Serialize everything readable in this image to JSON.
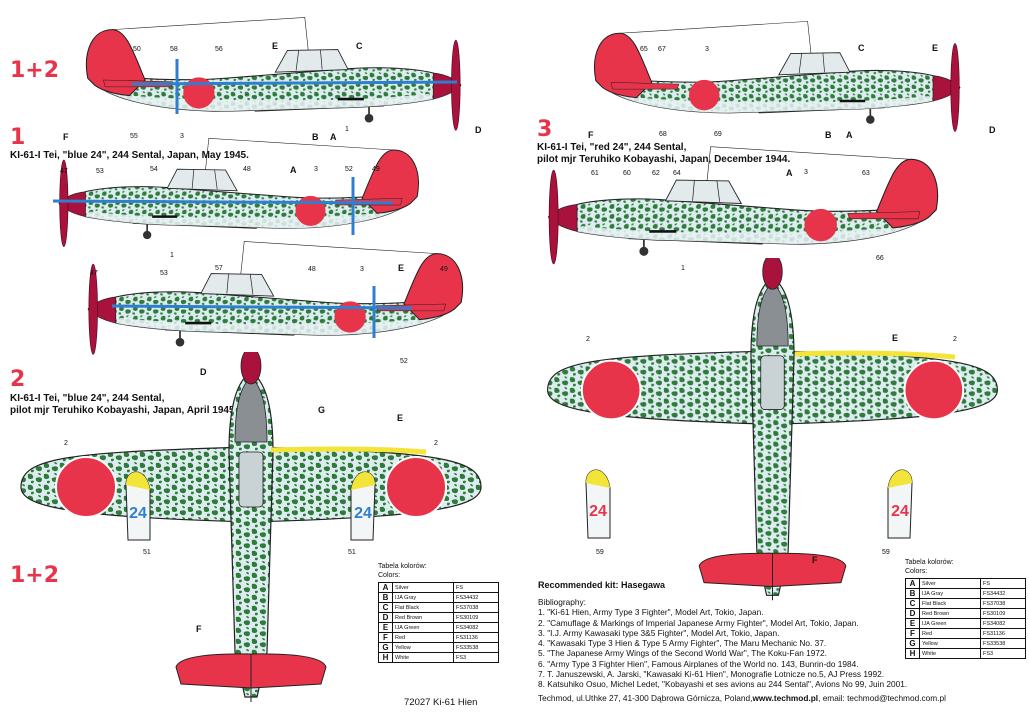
{
  "markers": {
    "m12_top": "1+2",
    "m1": "1",
    "m2": "2",
    "m3": "3",
    "m12_bottom": "1+2"
  },
  "captions": {
    "c1": "KI-61-I Tei, \"blue 24\", 244 Sental, Japan, May 1945.",
    "c2_line1": "KI-61-I Tei, \"blue 24\", 244 Sental,",
    "c2_line2": "pilot mjr Teruhiko Kobayashi, Japan, April 1945.",
    "c3_line1": "KI-61-I Tei, \"red 24\", 244 Sental,",
    "c3_line2": "pilot mjr Teruhiko Kobayashi, Japan, December 1944."
  },
  "callouts": {
    "profile_12": [
      "50",
      "58",
      "56",
      "E",
      "C",
      "F",
      "55",
      "3",
      "B",
      "A",
      "1",
      "D"
    ],
    "profile_1": [
      "47",
      "53",
      "54",
      "48",
      "A",
      "3",
      "52",
      "49",
      "1"
    ],
    "profile_2": [
      "47",
      "53",
      "57",
      "48",
      "3",
      "E",
      "49",
      "52"
    ],
    "top_2": [
      "D",
      "G",
      "E",
      "2",
      "2",
      "F"
    ],
    "profile_3": [
      "65",
      "67",
      "3",
      "C",
      "E",
      "F",
      "68",
      "69",
      "B",
      "A",
      "D"
    ],
    "profile_3b": [
      "61",
      "60",
      "62",
      "64",
      "A",
      "3",
      "63",
      "1",
      "66"
    ],
    "top_3": [
      "2",
      "E",
      "2",
      "F"
    ],
    "decals": [
      "24",
      "51",
      "24",
      "51",
      "24",
      "59",
      "24",
      "59"
    ]
  },
  "color_table": {
    "title": "Tabela kolorów:",
    "subtitle": "Colors:",
    "rows": [
      {
        "letter": "A",
        "name": "Silver",
        "code": "FS"
      },
      {
        "letter": "B",
        "name": "IJA Gray",
        "code": "FS34432"
      },
      {
        "letter": "C",
        "name": "Flat Black",
        "code": "FS37038"
      },
      {
        "letter": "D",
        "name": "Red Brown",
        "code": "FS30109"
      },
      {
        "letter": "E",
        "name": "IJA Green",
        "code": "FS34082"
      },
      {
        "letter": "F",
        "name": "Red",
        "code": "FS31136"
      },
      {
        "letter": "G",
        "name": "Yellow",
        "code": "FS33538"
      },
      {
        "letter": "H",
        "name": "White",
        "code": "FS3"
      }
    ]
  },
  "sheet_id": "72027 Ki-61 Hien",
  "kit": "Recommended kit: Hasegawa",
  "bibliography": {
    "title": "Bibliography:",
    "items": [
      "1. \"Ki-61 Hien, Army Type 3 Fighter\", Model Art, Tokio, Japan.",
      "2. \"Camuflage & Markings of Imperial Japanese Army Fighter\", Model Art, Tokio, Japan.",
      "3. \"I.J. Army Kawasaki type 3&5 Fighter\", Model Art, Tokio, Japan.",
      "4. \"Kawasaki Type 3 Hien & Type 5 Army Fighter\", The Maru Mechanic No. 37.",
      "5. \"The Japanese Army Wings of the Second World War\", The Koku-Fan 1972.",
      "6. \"Army Type 3 Fighter Hien\", Famous Airplanes of the World no. 143, Bunrin-do 1984.",
      "7. T. Januszewski, A. Jarski, \"Kawasaki Ki-61 Hien\", Monografie Lotnicze no.5, AJ Press 1992.",
      "8. Katsuhiko Osuo, Michel Ledet, \"Kobayashi et ses avions au 244 Sental\", Avions No 99, Juin 2001."
    ]
  },
  "footer": {
    "address": "Techmod, ul.Uthke 27, 41-300 Dąbrowa Górnicza, Poland,",
    "website": "www.techmod.pl",
    "email": ", email: techmod@techmod.com.pl"
  },
  "colors": {
    "red": "#e8344b",
    "maroon": "#a8123c",
    "green": "#2e7b3a",
    "light": "#dcecef",
    "blue": "#2f7fd0",
    "yellow": "#f3e43a"
  }
}
